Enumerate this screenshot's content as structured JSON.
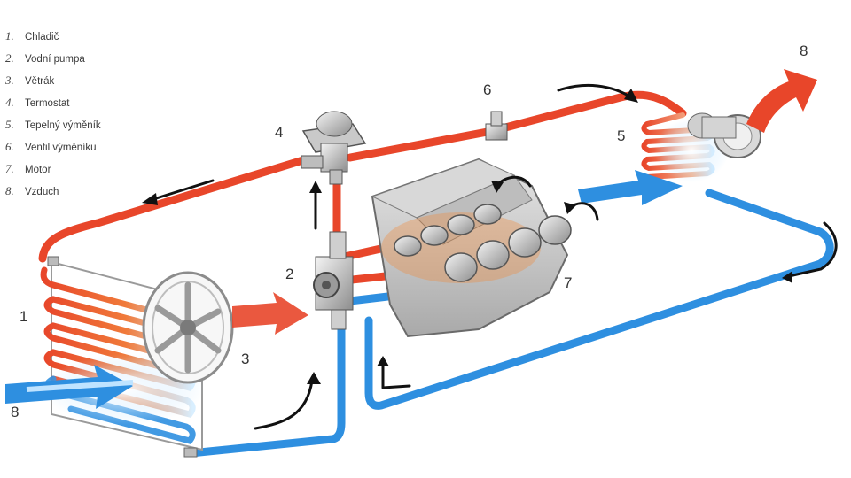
{
  "legend": [
    {
      "num": "1.",
      "text": "Chladič"
    },
    {
      "num": "2.",
      "text": "Vodní pumpa"
    },
    {
      "num": "3.",
      "text": "Větrák"
    },
    {
      "num": "4.",
      "text": "Termostat"
    },
    {
      "num": "5.",
      "text": "Tepelný výměník"
    },
    {
      "num": "6.",
      "text": "Ventil výměníku"
    },
    {
      "num": "7.",
      "text": "Motor"
    },
    {
      "num": "8.",
      "text": "Vzduch"
    }
  ],
  "labels": {
    "radiator": "1",
    "water_pump": "2",
    "fan": "3",
    "thermostat": "4",
    "heat_exchanger": "5",
    "exchanger_valve": "6",
    "engine": "7",
    "air_in": "8",
    "air_out": "8"
  },
  "colors": {
    "hot": "#e8462a",
    "cold": "#2e8fe0",
    "metal": "#b8b8b8",
    "arrow": "#111111"
  }
}
